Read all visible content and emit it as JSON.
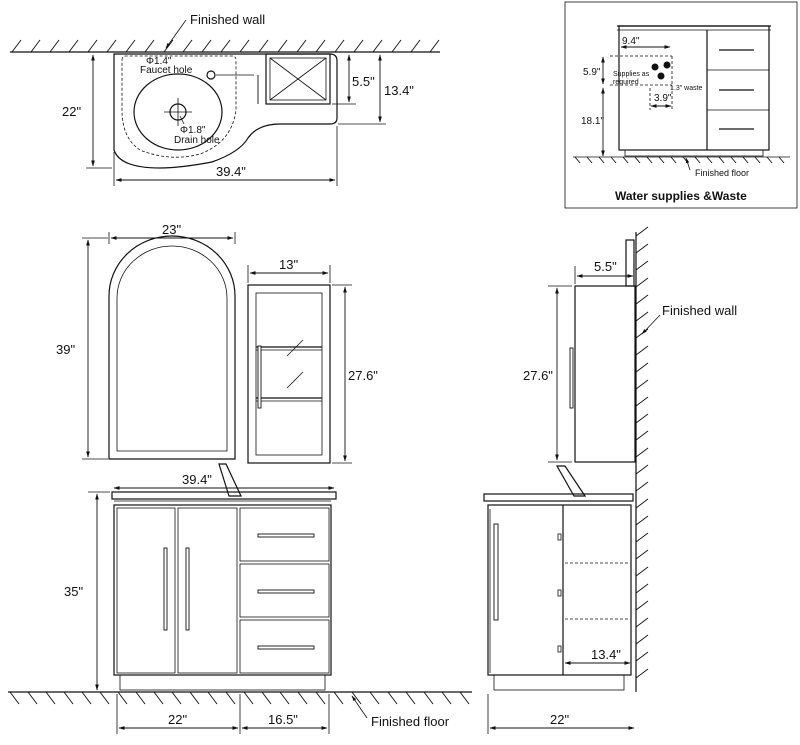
{
  "top_view": {
    "wall_label": "Finished wall",
    "faucet_dia": "Φ1.4\"",
    "faucet_label": "Faucet hole",
    "drain_dia": "Φ1.8\"",
    "drain_label": "Drain hole",
    "depth": "22\"",
    "width": "39.4\"",
    "box_depth": "5.5\"",
    "right_depth": "13.4\""
  },
  "supply_panel": {
    "caption": "Water supplies &Waste",
    "offset_x": "9.4\"",
    "offset_top": "5.9\"",
    "supplies_label_1": "Supplies as",
    "supplies_label_2": "required",
    "waste_label": "1.3\" waste",
    "waste_offset": "3.9\"",
    "height": "18.1\"",
    "floor_label": "Finished floor"
  },
  "front_view": {
    "mirror_width": "23\"",
    "mirror_height": "39\"",
    "cabinet_width": "13\"",
    "cabinet_height": "27.6\"",
    "top_width": "39.4\"",
    "vanity_height": "35\"",
    "door_width": "22\"",
    "drawer_width": "16.5\"",
    "floor_label": "Finished floor"
  },
  "side_view": {
    "cabinet_depth": "5.5\"",
    "cabinet_height": "27.6\"",
    "wall_label": "Finished wall",
    "drawer_depth": "13.4\"",
    "base_depth": "22\""
  }
}
